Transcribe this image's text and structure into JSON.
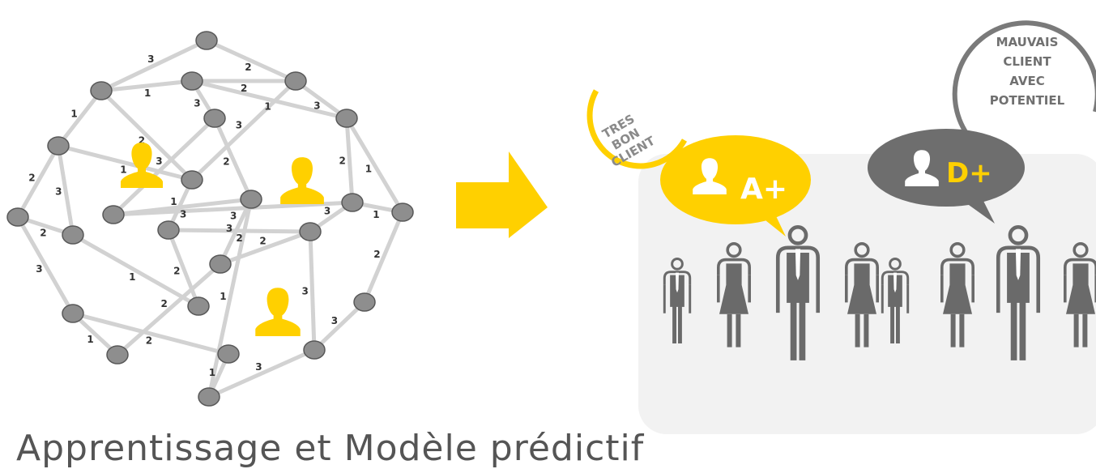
{
  "graph": {
    "edge_weights": [
      "3",
      "2",
      "1",
      "2",
      "3",
      "1",
      "1",
      "2",
      "3",
      "3",
      "2",
      "3",
      "2",
      "1",
      "1",
      "2",
      "3",
      "1",
      "3",
      "3",
      "2",
      "2",
      "3",
      "1",
      "3",
      "1",
      "2",
      "2",
      "3",
      "1",
      "2",
      "3",
      "2",
      "1",
      "2",
      "3",
      "1",
      "3"
    ]
  },
  "right_panel": {
    "tres_bon_client_lines": [
      "TRES",
      "BON",
      "CLIENT"
    ],
    "mauvais_client_lines": [
      "MAUVAIS",
      "CLIENT",
      "AVEC",
      "POTENTIEL"
    ],
    "badge_a": "A+",
    "badge_d": "D+"
  },
  "caption": "Apprentissage et Modèle prédictif",
  "colors": {
    "accent_yellow": "#FFD000",
    "dark_gray": "#6e6e6e",
    "panel_bg": "#f2f2f2",
    "node": "#8e8e8e"
  },
  "icons": [
    "person-icon",
    "arrow-right-icon",
    "man-figure-icon",
    "woman-figure-icon"
  ]
}
